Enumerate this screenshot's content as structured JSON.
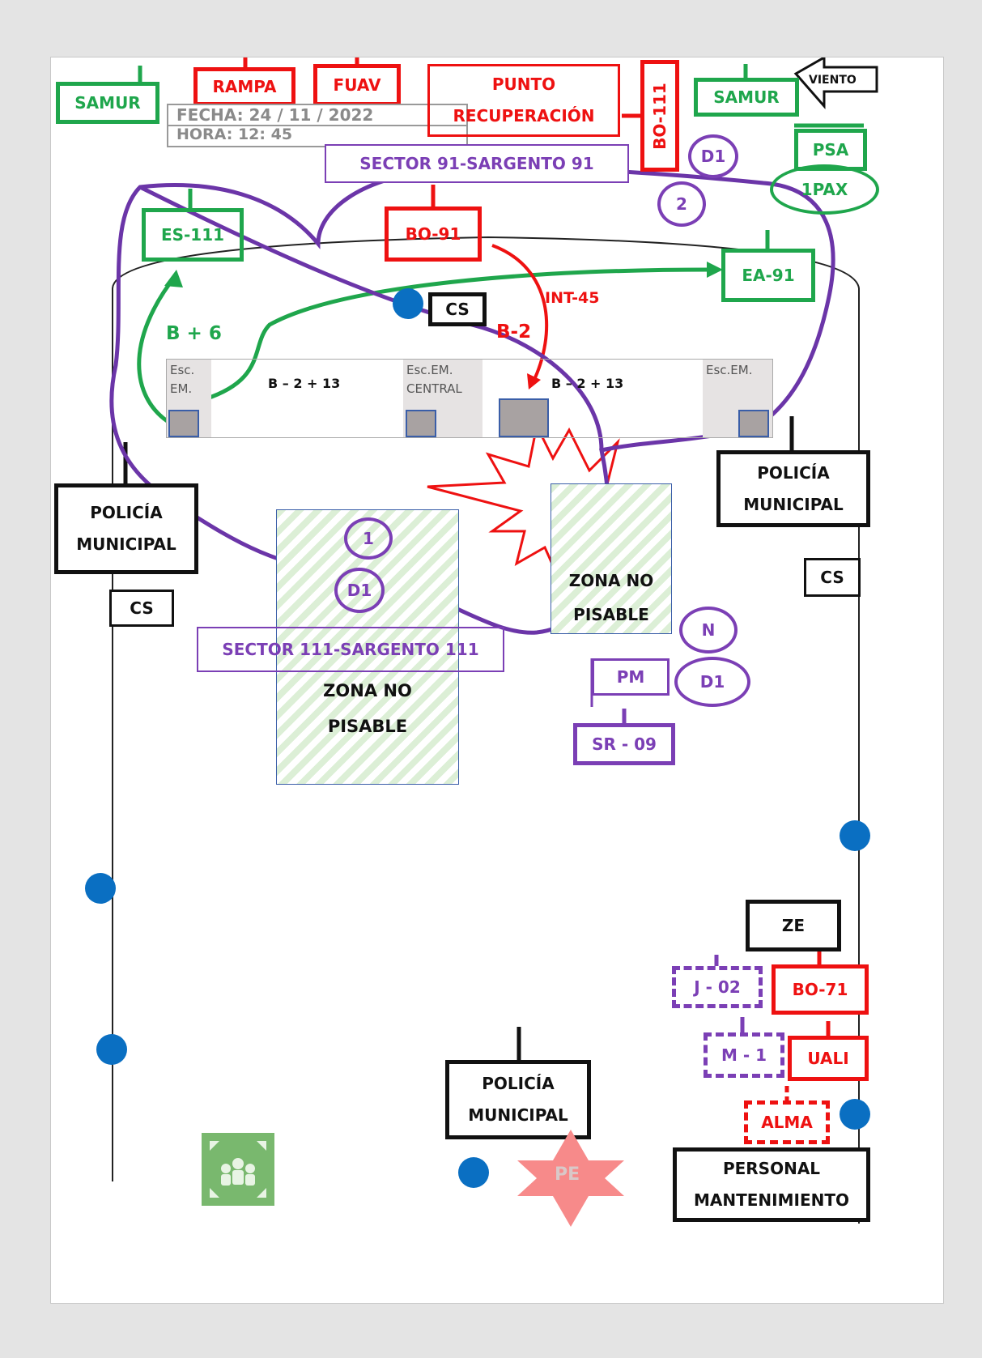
{
  "header": {
    "fecha": "FECHA: 24 / 11 / 2022",
    "hora": "HORA: 12: 45"
  },
  "labels": {
    "samur_left": "SAMUR",
    "samur_right": "SAMUR",
    "rampa": "RAMPA",
    "fuav": "FUAV",
    "punto_recuperacion_1": "PUNTO",
    "punto_recuperacion_2": "RECUPERACIÓN",
    "bo_111": "BO-111",
    "viento": "VIENTO",
    "psa": "PSA",
    "pax": "1PAX",
    "sector_91": "SECTOR 91-SARGENTO 91",
    "es_111": "ES-111",
    "bo_91": "BO-91",
    "ea_91": "EA-91",
    "int_45": "INT-45",
    "b_2": "B-2",
    "b_6": "B + 6",
    "cs_top": "CS",
    "cs_left": "CS",
    "cs_right": "CS",
    "policia_left_1": "POLICÍA",
    "policia_left_2": "MUNICIPAL",
    "policia_right_1": "POLICÍA",
    "policia_right_2": "MUNICIPAL",
    "policia_bottom_1": "POLICÍA",
    "policia_bottom_2": "MUNICIPAL",
    "sector_111": "SECTOR 111-SARGENTO 111",
    "zona_no_pisable_1": "ZONA NO",
    "zona_no_pisable_2": "PISABLE",
    "pm": "PM",
    "sr_09": "SR - 09",
    "ze": "ZE",
    "j_02": "J - 02",
    "bo_71": "BO-71",
    "m_1": "M - 1",
    "uali": "UALI",
    "alma": "ALMA",
    "personal_1": "PERSONAL",
    "personal_2": "MANTENIMIENTO",
    "pe": "PE"
  },
  "building": {
    "esc_left_1": "Esc.",
    "esc_left_2": "EM.",
    "esc_central_1": "Esc.EM.",
    "esc_central_2": "CENTRAL",
    "esc_right": "Esc.EM.",
    "floors_left": "B – 2 + 13",
    "floors_right": "B – 2 + 13"
  },
  "circles": {
    "d1_top": "D1",
    "two": "2",
    "one": "1",
    "d1_mid": "D1",
    "n": "N",
    "d1_right": "D1"
  },
  "colors": {
    "green": "#1fa64c",
    "red": "#ee1111",
    "purple": "#7b3fb5",
    "blue": "#0a6fc2",
    "pe": "#f78a8a"
  }
}
